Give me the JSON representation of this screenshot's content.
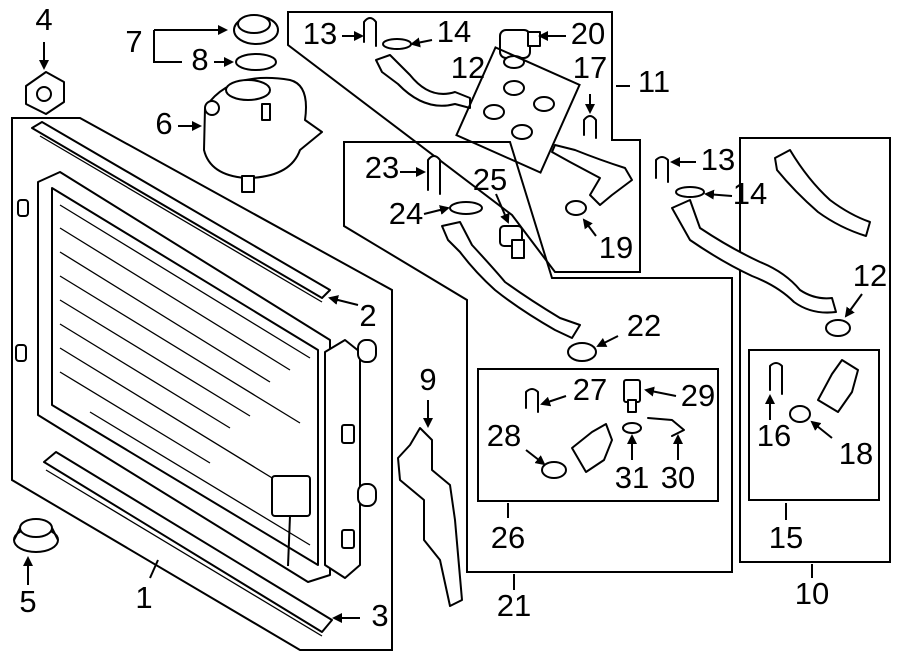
{
  "callouts": {
    "c1": "1",
    "c2": "2",
    "c3": "3",
    "c4": "4",
    "c5": "5",
    "c6": "6",
    "c7": "7",
    "c8": "8",
    "c9": "9",
    "c10": "10",
    "c11": "11",
    "c12a": "12",
    "c12b": "12",
    "c13a": "13",
    "c13b": "13",
    "c14a": "14",
    "c14b": "14",
    "c15": "15",
    "c16": "16",
    "c17": "17",
    "c18": "18",
    "c19": "19",
    "c20": "20",
    "c21": "21",
    "c22": "22",
    "c23": "23",
    "c24": "24",
    "c25": "25",
    "c26": "26",
    "c27": "27",
    "c28": "28",
    "c29": "29",
    "c30": "30",
    "c31": "31"
  }
}
